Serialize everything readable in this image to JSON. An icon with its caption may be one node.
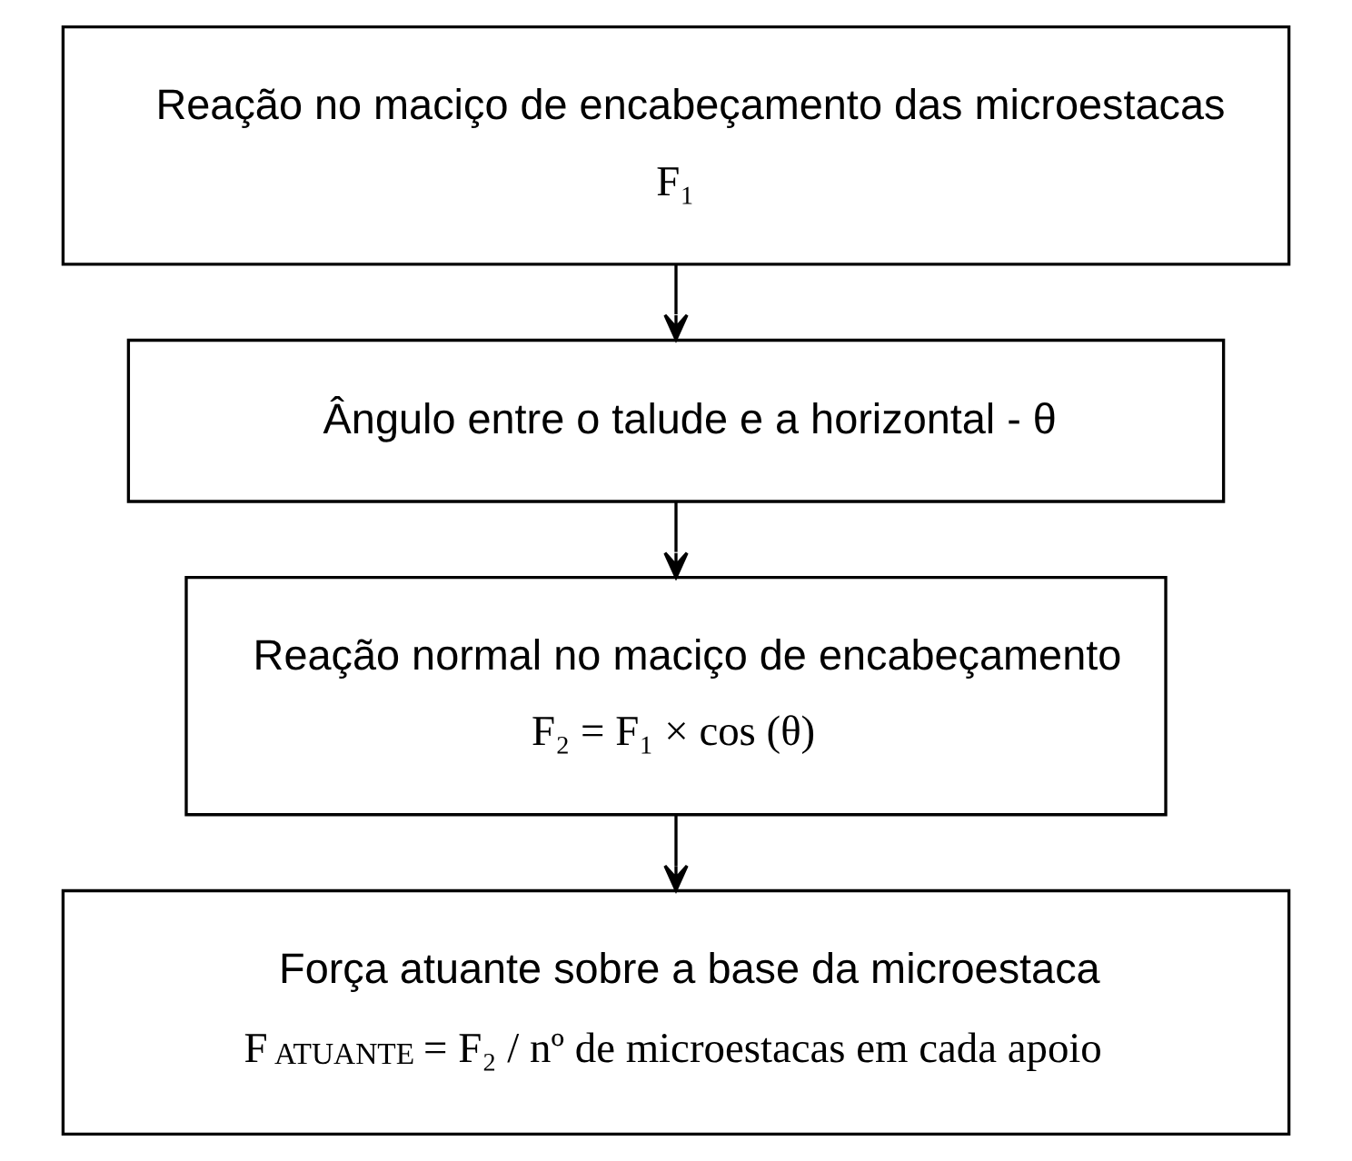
{
  "diagram": {
    "nodes": [
      {
        "text": [
          "Reação no maciço de encabeçamento das microestacas",
          "F₁"
        ]
      },
      {
        "text": [
          "Ângulo entre o talude e a horizontal - θ"
        ]
      },
      {
        "text": [
          "Reação normal no maciço de encabeçamento",
          "F₂ = F₁ × cos (θ)"
        ]
      },
      {
        "text": [
          "Força atuante sobre a base da microestaca",
          "F$_{ATUANTE}$ = F₂ / nº de microestacas em cada apoio"
        ]
      }
    ],
    "edges": [
      {
        "from": 0,
        "to": 1,
        "arrow": "to"
      },
      {
        "from": 1,
        "to": 2,
        "arrow": "to"
      },
      {
        "from": 2,
        "to": 3,
        "arrow": "to"
      }
    ]
  }
}
